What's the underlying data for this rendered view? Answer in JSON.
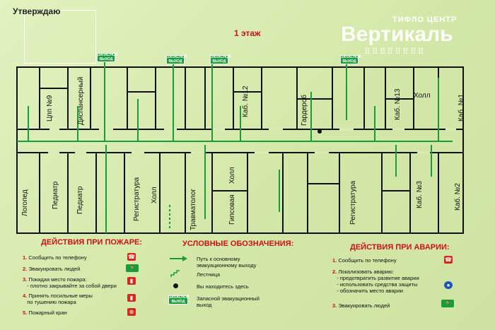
{
  "header": {
    "approval": "Утверждаю",
    "floor": "1 этаж"
  },
  "logo": {
    "top": "ТИФЛО ЦЕНТР",
    "main": "Вертикаль",
    "dots": "⠿⠿⠿⠿⠿⠿⠿⠿"
  },
  "exit_sign_text": "ЗАПАСНОЙ ВЫХОД",
  "rooms": {
    "logoped": "Логопед",
    "pediatr1": "Педиатр",
    "pediatr2": "Педиатр",
    "registratura1": "Регистратура",
    "holl1": "Холл",
    "travmatolog": "Травматолог",
    "gipsovaya": "Гипсовая",
    "holl2": "Холл",
    "tsp9": "Цпп №9",
    "dispanserny": "Диспансерный",
    "kab12": "Каб. №12",
    "garderob": "Гардероб",
    "kab13": "Каб. №13",
    "holl3": "Холл",
    "kab1": "Каб. №1",
    "registratura2": "Регистратура",
    "kab3": "Каб. №3",
    "kab2": "Каб. №2"
  },
  "fire_actions": {
    "title": "ДЕЙСТВИЯ ПРИ ПОЖАРЕ:",
    "items": [
      {
        "n": "1.",
        "text": "Сообщить по телефону"
      },
      {
        "n": "2.",
        "text": "Эвакуировать людей"
      },
      {
        "n": "3.",
        "text": "Покидая место пожара:",
        "sub": "- плотно закрывайте за собой двери"
      },
      {
        "n": "4.",
        "text": "Принять посильные меры",
        "sub": "по тушению пожара"
      },
      {
        "n": "5.",
        "text": "Пожарный кран"
      }
    ]
  },
  "legend": {
    "title": "УСЛОВНЫЕ ОБОЗНАЧЕНИЯ:",
    "items": [
      {
        "text": "Путь к основному",
        "sub": "эвакуационному выходу"
      },
      {
        "text": "Лестница"
      },
      {
        "text": "Вы находитесь здесь"
      },
      {
        "text": "Запасной эвакуационный",
        "sub": "выход"
      }
    ]
  },
  "emergency_actions": {
    "title": "ДЕЙСТВИЯ ПРИ АВАРИИ:",
    "items": [
      {
        "n": "1.",
        "text": "Сообщить по телефону"
      },
      {
        "n": "2.",
        "text": "Локализовать аварию:",
        "subs": [
          "- предотвратить развитие аварии",
          "- использовать средства защиты",
          "- обозначить место аварии"
        ]
      },
      {
        "n": "3.",
        "text": "Эвакуировать людей"
      }
    ]
  },
  "colors": {
    "green": "#1a9b3c",
    "red": "#d0101a",
    "wall": "#111111"
  }
}
